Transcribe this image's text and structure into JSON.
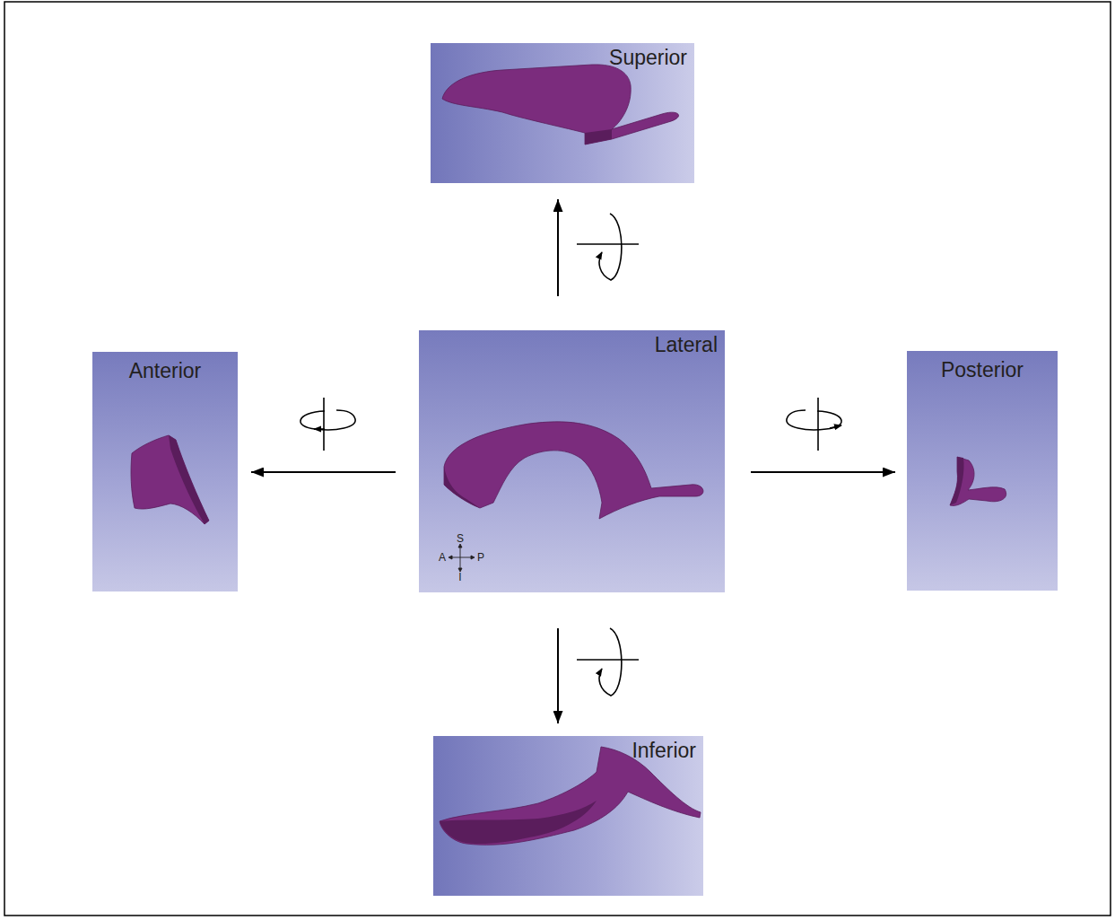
{
  "diagram": {
    "nodes": [
      {
        "text": [
          "Superior"
        ]
      },
      {
        "text": [
          "Anterior"
        ]
      },
      {
        "text": [
          "Lateral"
        ]
      },
      {
        "text": [
          "Posterior"
        ]
      },
      {
        "text": [
          "Inferior"
        ]
      }
    ],
    "edges": [
      {
        "from": 2,
        "to": 0,
        "arrow": "to"
      },
      {
        "from": 2,
        "to": 1,
        "arrow": "to"
      },
      {
        "from": 2,
        "to": 3,
        "arrow": "to"
      },
      {
        "from": 2,
        "to": 4,
        "arrow": "to"
      }
    ],
    "labels": [
      "S",
      "A",
      "P",
      "I"
    ]
  }
}
